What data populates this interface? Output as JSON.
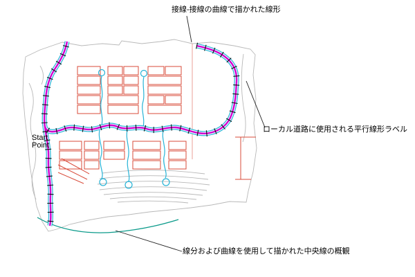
{
  "annotations": {
    "tangent_curve": "接線-接線の曲線で描かれた線形",
    "parallel_label": "ローカル道路に使用される平行線形ラベル",
    "centerline_overview": "線分および曲線を使用して描かれた中央線の概観",
    "start_point_line1": "Start",
    "start_point_line2": "Point"
  },
  "colors": {
    "alignment": "#cf00cf",
    "road": "#27b3d6",
    "parcel": "#d84b3a",
    "contour": "#b8b8b8",
    "centerline": "#0a9a8a"
  }
}
